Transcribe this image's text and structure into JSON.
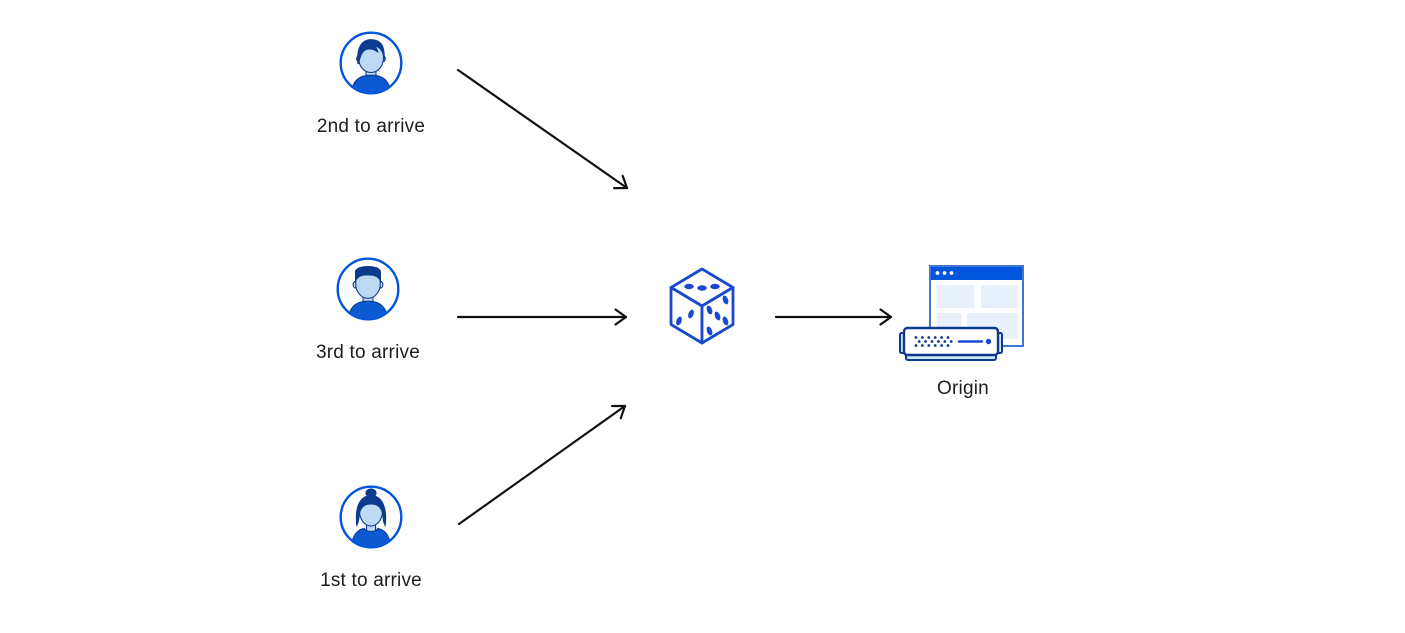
{
  "colors": {
    "primary_blue": "#0055dc",
    "dice_blue": "#1a49cf",
    "navy": "#0d3a8c",
    "shirt_blue": "#0b5ad1",
    "skin_blue": "#bdd9f4",
    "pale_blue": "#e8f1fb",
    "light_blue": "#cfe6fa",
    "window_border": "#3c77d6",
    "arrow_black": "#111111",
    "text_color": "#1d1d1f"
  },
  "diagram": {
    "nodes": {
      "user_2nd": {
        "label": "2nd to arrive",
        "icon": "male-avatar-icon"
      },
      "user_3rd": {
        "label": "3rd to arrive",
        "icon": "male-avatar-icon"
      },
      "user_1st": {
        "label": "1st to arrive",
        "icon": "female-avatar-icon"
      },
      "dice": {
        "label": "",
        "icon": "dice-icon"
      },
      "origin": {
        "label": "Origin",
        "icon": "origin-server-icon"
      }
    },
    "edges": [
      {
        "from": "user_2nd",
        "to": "dice"
      },
      {
        "from": "user_3rd",
        "to": "dice"
      },
      {
        "from": "user_1st",
        "to": "dice"
      },
      {
        "from": "dice",
        "to": "origin"
      }
    ]
  }
}
